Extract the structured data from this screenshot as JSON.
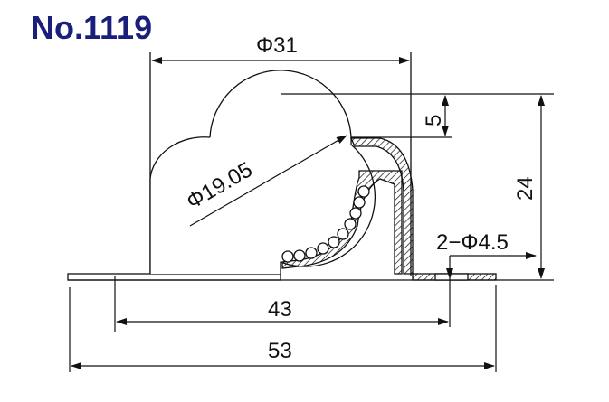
{
  "title": "No.1119",
  "drawing": {
    "type": "ball transfer unit cross-section",
    "dimensions": {
      "body_diameter": "Φ31",
      "ball_diameter": "Φ19.05",
      "ball_protrusion": "5",
      "height": "24",
      "hole_spec": "2−Φ4.5",
      "hole_pitch": "43",
      "flange_length": "53"
    }
  },
  "colors": {
    "title": "#1a1f7a",
    "line": "#111111"
  }
}
